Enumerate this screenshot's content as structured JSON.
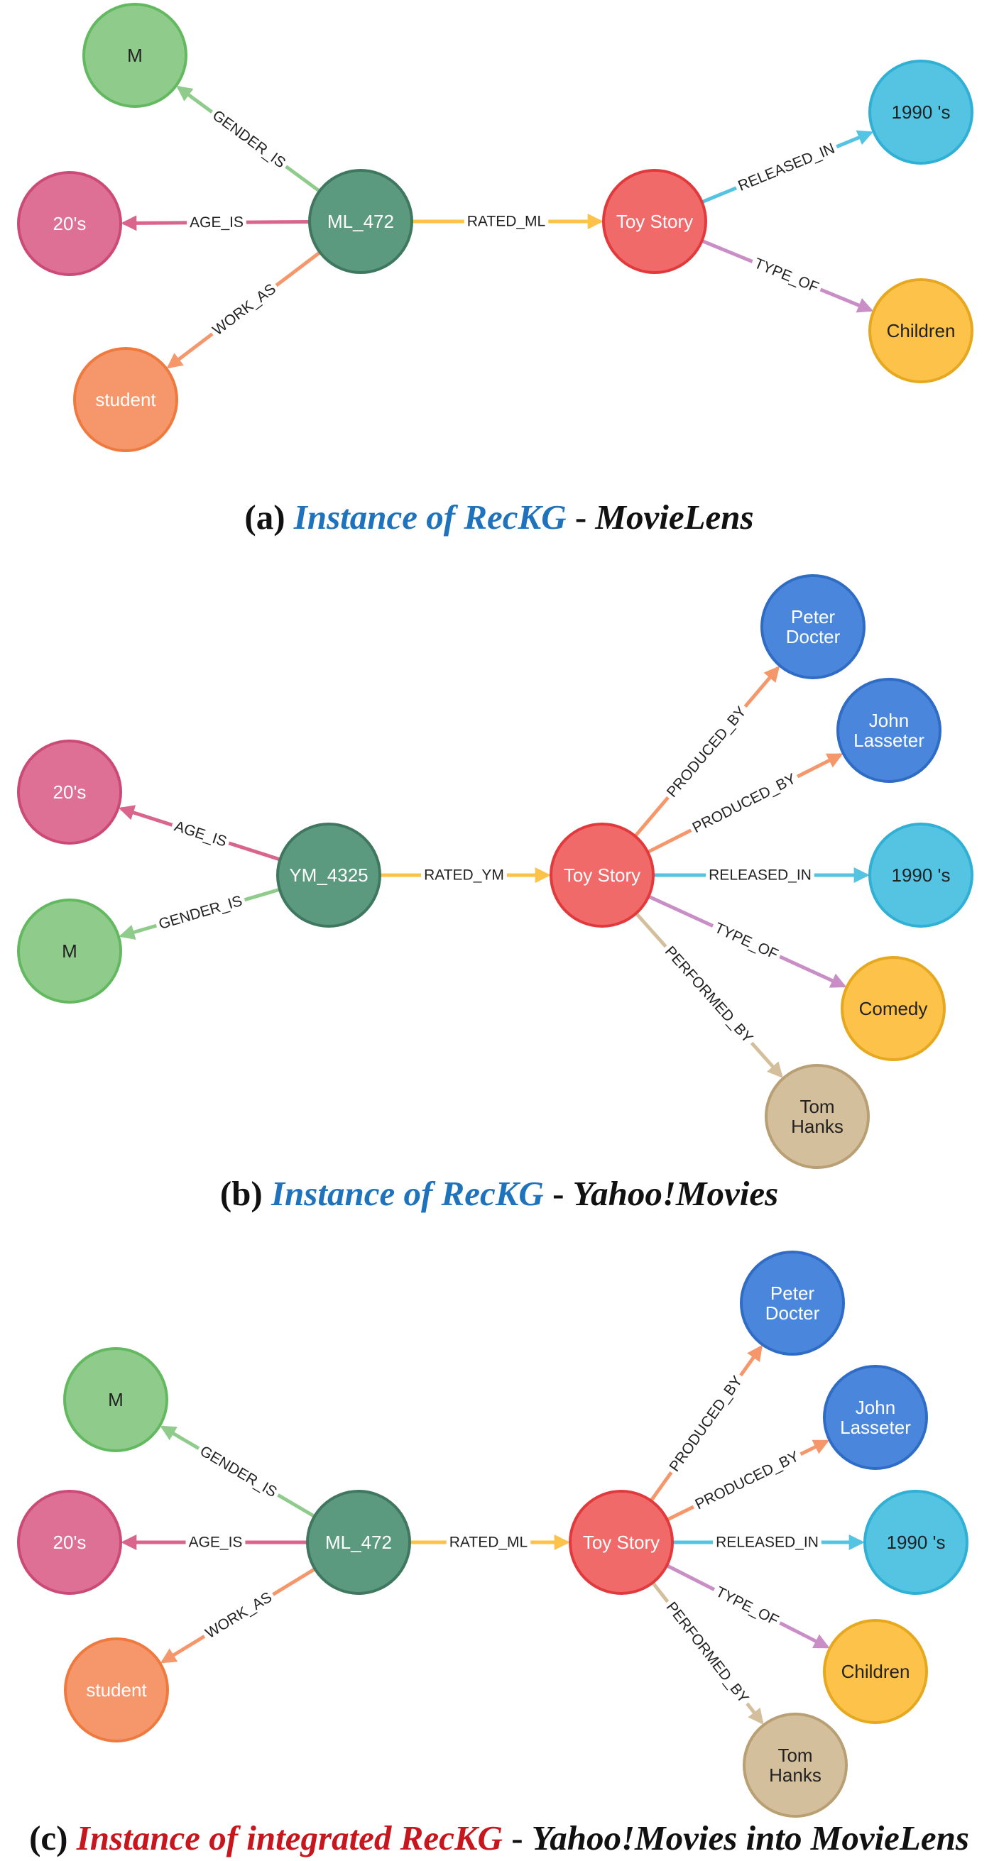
{
  "colors": {
    "user": "#5b9a7e",
    "movie": "#f06a6a",
    "gender": "#8fcc8c",
    "age": "#df7095",
    "work": "#f5976a",
    "year": "#55c3e2",
    "genre": "#fdc24a",
    "person": "#4a87dc",
    "actor": "#d4bf9c",
    "rated": "#fdc24a",
    "caption_blue": "#1f73bd",
    "caption_red": "#c8161e"
  },
  "panels": [
    {
      "id": "a",
      "caption": {
        "prefix": "(a) ",
        "highlight": "Instance of RecKG",
        "highlight_color": "#1f73bd",
        "dash": " - ",
        "suffix": "MovieLens"
      },
      "nodes": [
        {
          "id": "u",
          "label": "ML_472",
          "type": "user"
        },
        {
          "id": "g",
          "label": "M",
          "type": "gender"
        },
        {
          "id": "a",
          "label": "20's",
          "type": "age"
        },
        {
          "id": "w",
          "label": "student",
          "type": "work"
        },
        {
          "id": "m",
          "label": "Toy Story",
          "type": "movie"
        },
        {
          "id": "y",
          "label": "1990 's",
          "type": "year"
        },
        {
          "id": "t",
          "label": "Children",
          "type": "genre"
        }
      ],
      "edges": [
        {
          "from": "u",
          "to": "g",
          "label": "GENDER_IS",
          "color": "gender"
        },
        {
          "from": "u",
          "to": "a",
          "label": "AGE_IS",
          "color": "age"
        },
        {
          "from": "u",
          "to": "w",
          "label": "WORK_AS",
          "color": "work"
        },
        {
          "from": "u",
          "to": "m",
          "label": "RATED_ML",
          "color": "rated"
        },
        {
          "from": "m",
          "to": "y",
          "label": "RELEASED_IN",
          "color": "year"
        },
        {
          "from": "m",
          "to": "t",
          "label": "TYPE_OF",
          "color": "actor2"
        }
      ]
    },
    {
      "id": "b",
      "caption": {
        "prefix": "(b) ",
        "highlight": "Instance of RecKG",
        "highlight_color": "#1f73bd",
        "dash": " - ",
        "suffix": "Yahoo!Movies"
      },
      "nodes": [
        {
          "id": "u",
          "label": "YM_4325",
          "type": "user"
        },
        {
          "id": "a",
          "label": "20's",
          "type": "age"
        },
        {
          "id": "g",
          "label": "M",
          "type": "gender"
        },
        {
          "id": "m",
          "label": "Toy Story",
          "type": "movie"
        },
        {
          "id": "p1",
          "label": "Peter\nDocter",
          "type": "person"
        },
        {
          "id": "p2",
          "label": "John\nLasseter",
          "type": "person"
        },
        {
          "id": "y",
          "label": "1990 's",
          "type": "year"
        },
        {
          "id": "t",
          "label": "Comedy",
          "type": "genre"
        },
        {
          "id": "act",
          "label": "Tom\nHanks",
          "type": "actor"
        }
      ],
      "edges": [
        {
          "from": "u",
          "to": "a",
          "label": "AGE_IS",
          "color": "age"
        },
        {
          "from": "u",
          "to": "g",
          "label": "GENDER_IS",
          "color": "gender"
        },
        {
          "from": "u",
          "to": "m",
          "label": "RATED_YM",
          "color": "rated"
        },
        {
          "from": "m",
          "to": "p1",
          "label": "PRODUCED_BY",
          "color": "work"
        },
        {
          "from": "m",
          "to": "p2",
          "label": "PRODUCED_BY",
          "color": "work"
        },
        {
          "from": "m",
          "to": "y",
          "label": "RELEASED_IN",
          "color": "year"
        },
        {
          "from": "m",
          "to": "t",
          "label": "TYPE_OF",
          "color": "actor2"
        },
        {
          "from": "m",
          "to": "act",
          "label": "PERFORMED_BY",
          "color": "actor"
        }
      ]
    },
    {
      "id": "c",
      "caption": {
        "prefix": "(c) ",
        "highlight": "Instance of integrated RecKG",
        "highlight_color": "#c8161e",
        "dash": " - ",
        "suffix": "Yahoo!Movies into MovieLens"
      },
      "nodes": [
        {
          "id": "u",
          "label": "ML_472",
          "type": "user"
        },
        {
          "id": "g",
          "label": "M",
          "type": "gender"
        },
        {
          "id": "a",
          "label": "20's",
          "type": "age"
        },
        {
          "id": "w",
          "label": "student",
          "type": "work"
        },
        {
          "id": "m",
          "label": "Toy Story",
          "type": "movie"
        },
        {
          "id": "p1",
          "label": "Peter\nDocter",
          "type": "person"
        },
        {
          "id": "p2",
          "label": "John\nLasseter",
          "type": "person"
        },
        {
          "id": "y",
          "label": "1990 's",
          "type": "year"
        },
        {
          "id": "t",
          "label": "Children",
          "type": "genre"
        },
        {
          "id": "act",
          "label": "Tom\nHanks",
          "type": "actor"
        }
      ],
      "edges": [
        {
          "from": "u",
          "to": "g",
          "label": "GENDER_IS",
          "color": "gender"
        },
        {
          "from": "u",
          "to": "a",
          "label": "AGE_IS",
          "color": "age"
        },
        {
          "from": "u",
          "to": "w",
          "label": "WORK_AS",
          "color": "work"
        },
        {
          "from": "u",
          "to": "m",
          "label": "RATED_ML",
          "color": "rated"
        },
        {
          "from": "m",
          "to": "p1",
          "label": "PRODUCED_BY",
          "color": "work"
        },
        {
          "from": "m",
          "to": "p2",
          "label": "PRODUCED_BY",
          "color": "work"
        },
        {
          "from": "m",
          "to": "y",
          "label": "RELEASED_IN",
          "color": "year"
        },
        {
          "from": "m",
          "to": "t",
          "label": "TYPE_OF",
          "color": "actor2"
        },
        {
          "from": "m",
          "to": "act",
          "label": "PERFORMED_BY",
          "color": "actor"
        }
      ]
    }
  ]
}
